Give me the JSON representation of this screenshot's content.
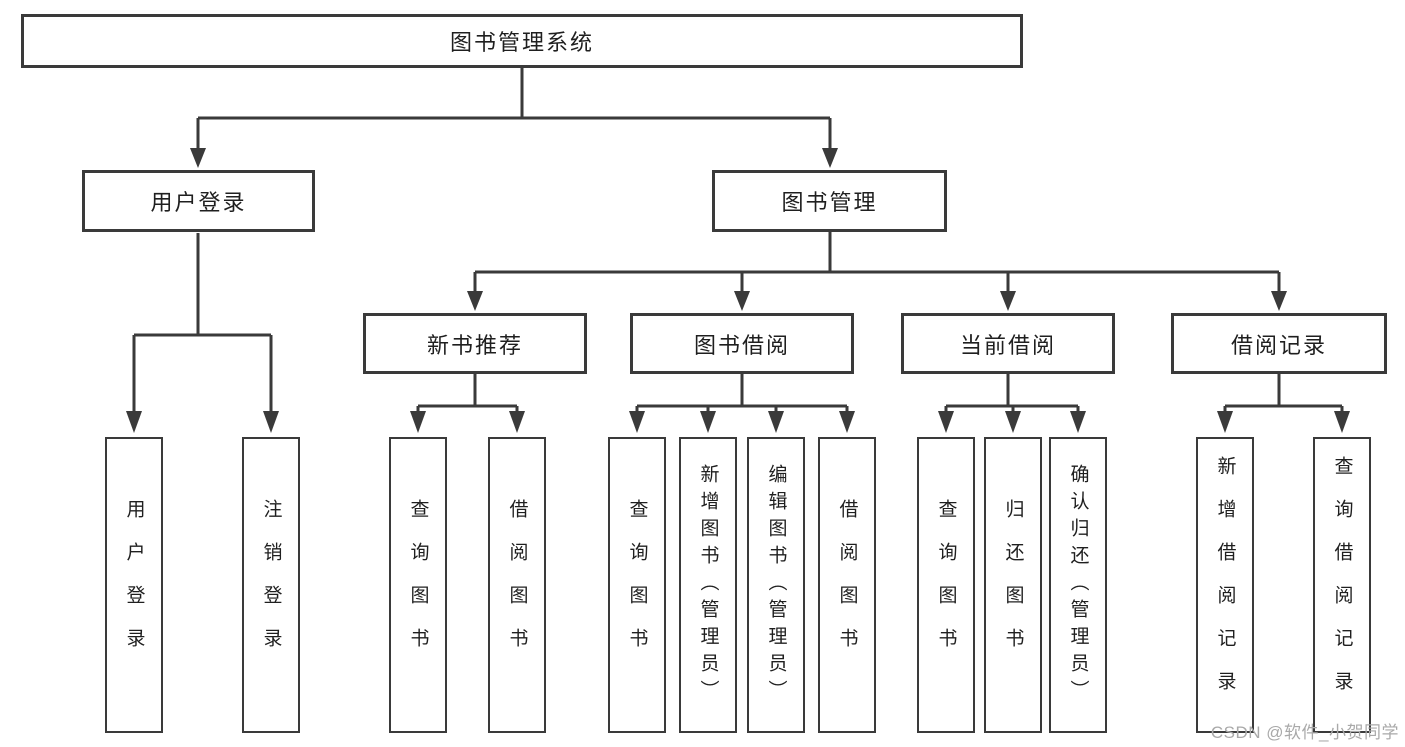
{
  "colors": {
    "line": "#3a3a3a",
    "border": "#3a3a3a",
    "text": "#1f1f1f",
    "watermark": "#a9a9a9",
    "background": "#ffffff"
  },
  "nodes": {
    "root": "图书管理系统",
    "user_login": "用户登录",
    "book_mgmt": "图书管理",
    "new_book_rec": "新书推荐",
    "book_borrow": "图书借阅",
    "current_borrow": "当前借阅",
    "borrow_record": "借阅记录",
    "leaf_user_login": "用户登录",
    "leaf_logout": "注销登录",
    "leaf_query_book_rec": "查询图书",
    "leaf_borrow_book_rec": "借阅图书",
    "leaf_query_book_borrow": "查询图书",
    "leaf_add_book": "新增图书（管理员）",
    "leaf_edit_book": "编辑图书（管理员）",
    "leaf_borrow_book_borrow": "借阅图书",
    "leaf_query_book_current": "查询图书",
    "leaf_return_book": "归还图书",
    "leaf_confirm_return": "确认归还（管理员）",
    "leaf_add_record": "新增借阅记录",
    "leaf_query_record": "查询借阅记录"
  },
  "hierarchy": {
    "图书管理系统": {
      "用户登录": [
        "用户登录",
        "注销登录"
      ],
      "图书管理": {
        "新书推荐": [
          "查询图书",
          "借阅图书"
        ],
        "图书借阅": [
          "查询图书",
          "新增图书（管理员）",
          "编辑图书（管理员）",
          "借阅图书"
        ],
        "当前借阅": [
          "查询图书",
          "归还图书",
          "确认归还（管理员）"
        ],
        "借阅记录": [
          "新增借阅记录",
          "查询借阅记录"
        ]
      }
    }
  },
  "watermark": "CSDN @软件_小贺同学"
}
